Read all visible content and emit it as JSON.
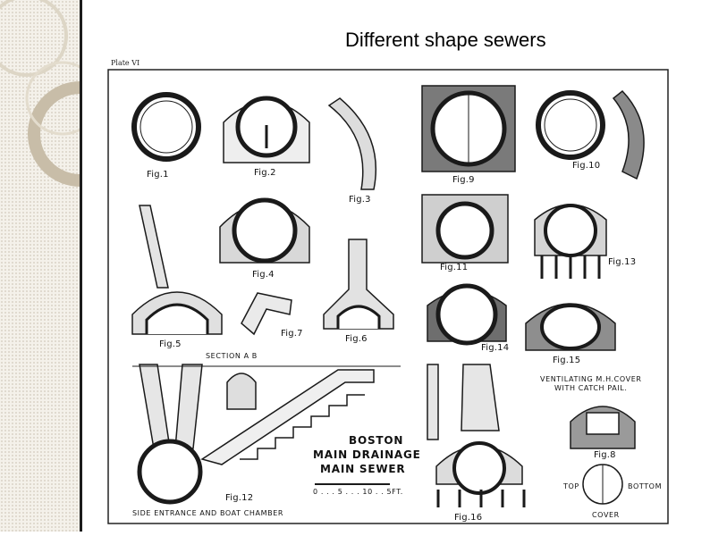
{
  "slide": {
    "title": "Different shape sewers"
  },
  "plate": {
    "label": "Plate VI",
    "figures": {
      "fig1": "Fig.1",
      "fig2": "Fig.2",
      "fig3": "Fig.3",
      "fig4": "Fig.4",
      "fig5": "Fig.5",
      "fig6": "Fig.6",
      "fig7": "Fig.7",
      "fig8": "Fig.8",
      "fig9": "Fig.9",
      "fig10": "Fig.10",
      "fig11": "Fig.11",
      "fig12": "Fig.12",
      "fig13": "Fig.13",
      "fig14": "Fig.14",
      "fig15": "Fig.15",
      "fig16": "Fig.16"
    },
    "section_label": "SECTION A B",
    "title_line1": "BOSTON",
    "title_line2": "MAIN DRAINAGE",
    "title_line3": "MAIN SEWER",
    "scale_label": "0 . . . 5 . . . 10 . . 5FT.",
    "side_entrance_label": "SIDE ENTRANCE AND BOAT CHAMBER",
    "vent_line1": "VENTILATING M.H.COVER",
    "vent_line2": "WITH CATCH PAIL.",
    "top_label": "TOP",
    "bottom_label": "BOTTOM",
    "cover_label": "COVER"
  }
}
